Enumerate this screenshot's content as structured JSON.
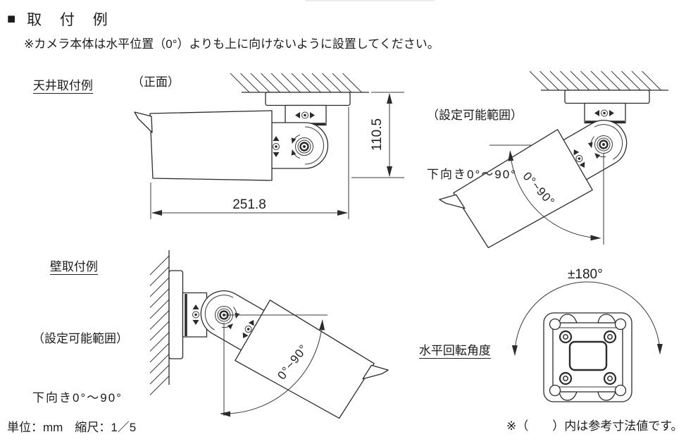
{
  "page": {
    "title_bullet": "■",
    "title": "取 付 例",
    "note": "※カメラ本体は水平位置（0°）よりも上に向けないように設置してください。",
    "unit_scale_note": "単位：mm　縮尺：1／5",
    "reference_note": "※（　　）内は参考寸法値です。"
  },
  "ceiling_mount": {
    "heading": "天井取付例",
    "front_view_label": "（正面）",
    "width_dim": "251.8",
    "height_dim": "110.5",
    "range_heading": "（設定可能範囲）",
    "range_value": "下向き0°～90°",
    "tilt_angle_label": "0°~90°"
  },
  "wall_mount": {
    "heading": "壁取付例",
    "range_heading": "（設定可能範囲）",
    "range_value": "下向き0°～90°",
    "tilt_angle_label": "0°~90°"
  },
  "pan_rotation": {
    "heading": "水平回転角度",
    "angle_label": "±180°"
  }
}
